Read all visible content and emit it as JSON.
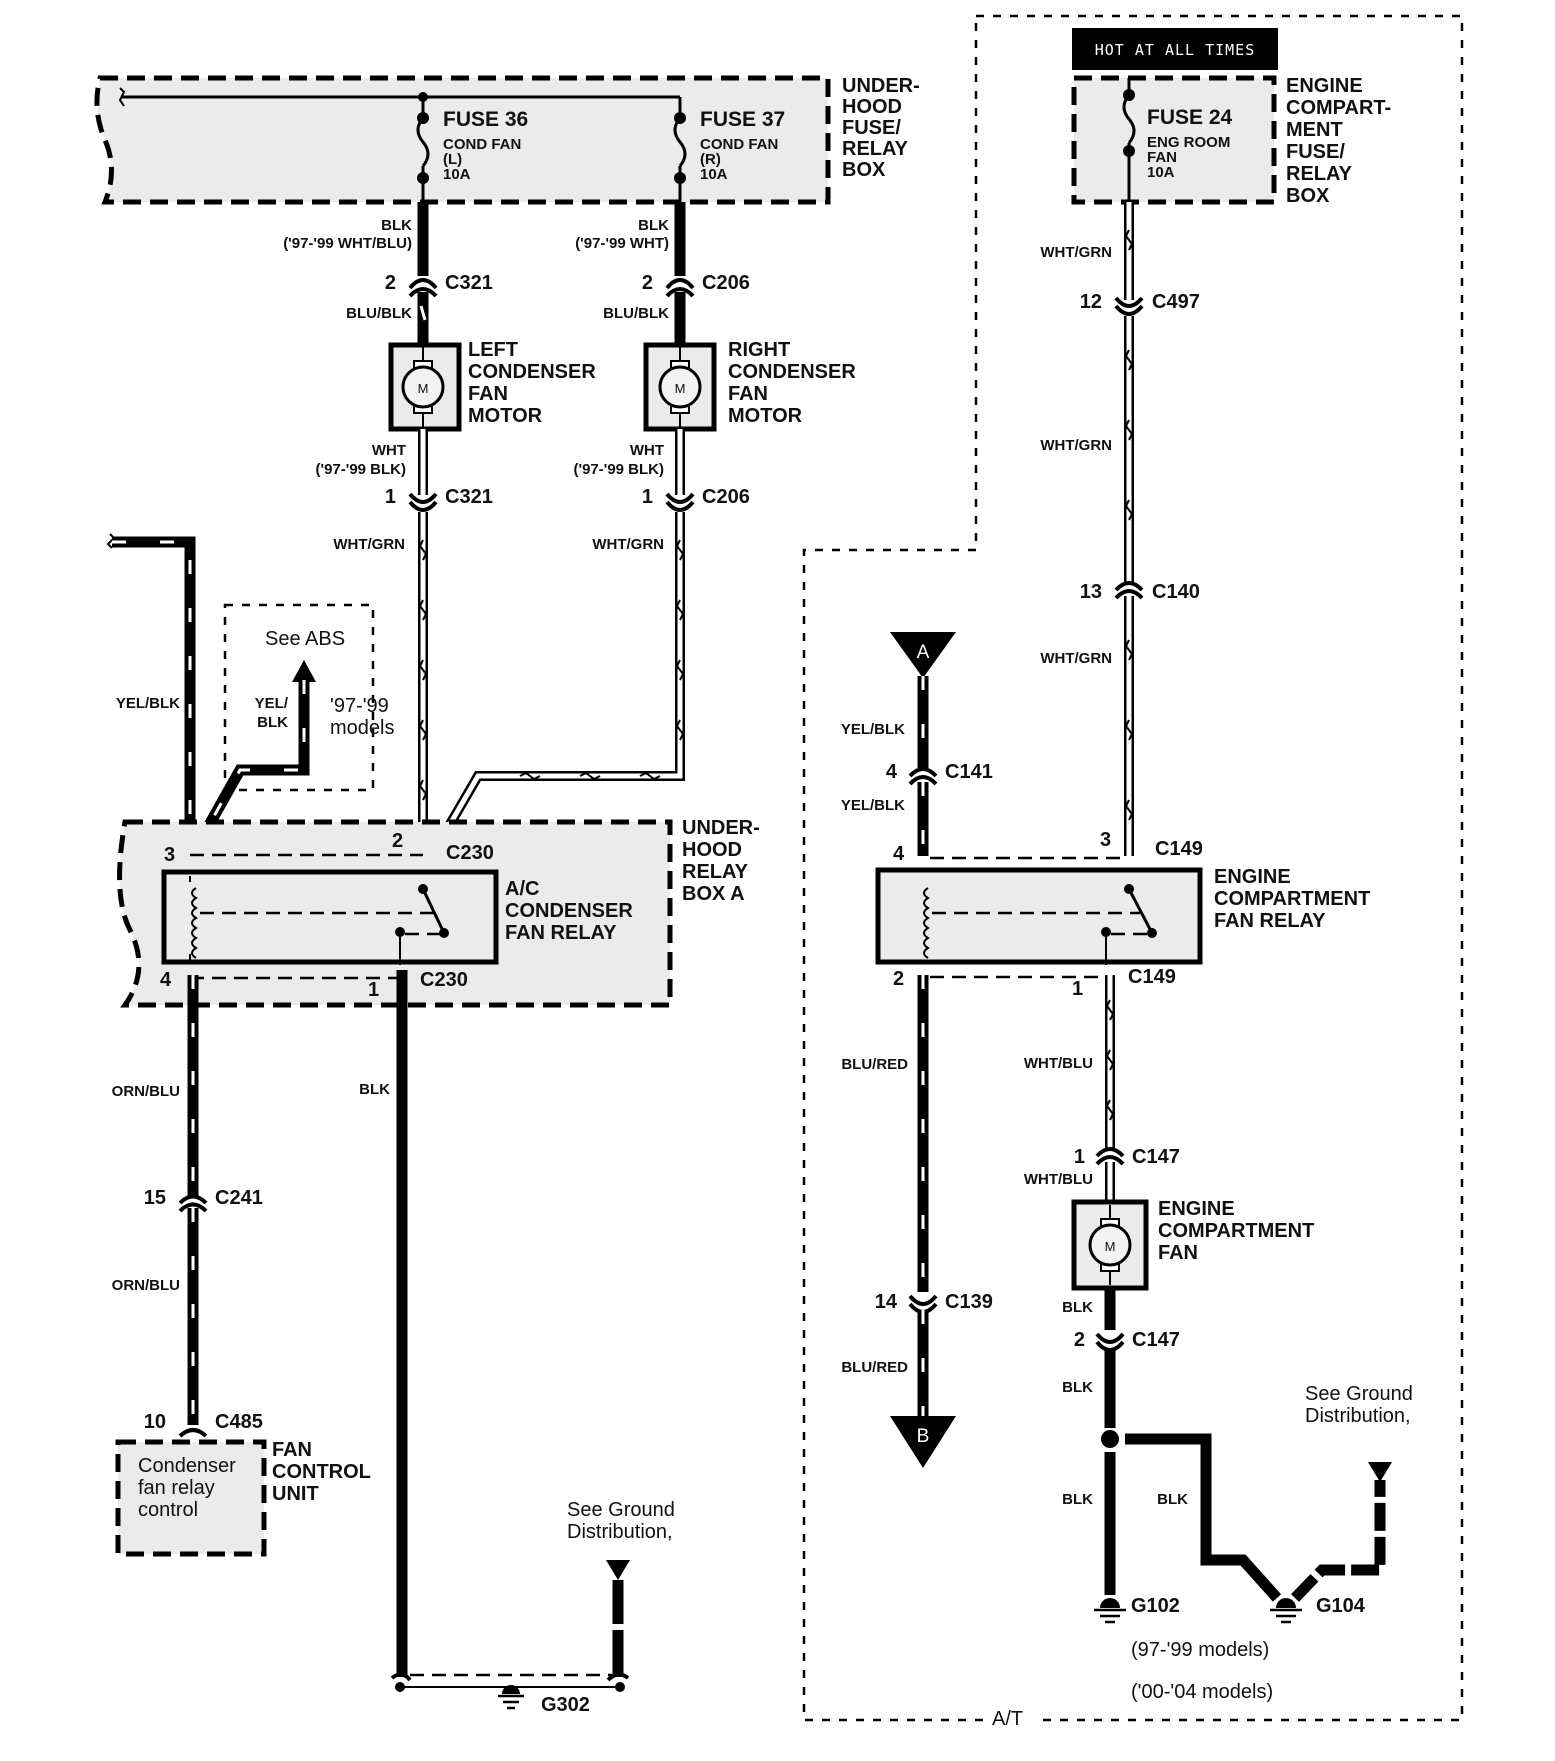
{
  "diagram": {
    "title": "Condenser / Engine Compartment Fan Wiring",
    "left_section": {
      "underhood_fuse_box": {
        "label_lines": [
          "UNDER-",
          "HOOD",
          "FUSE/",
          "RELAY",
          "BOX"
        ],
        "fuse36": {
          "name": "FUSE 36",
          "desc_lines": [
            "COND FAN",
            "(L)",
            "10A"
          ]
        },
        "fuse37": {
          "name": "FUSE 37",
          "desc_lines": [
            "COND FAN",
            "(R)",
            "10A"
          ]
        }
      },
      "left_motor_circuit": {
        "wire_top_color": "BLK",
        "wire_top_alt": "('97-'99 WHT/BLU)",
        "connector_top": {
          "pin": "2",
          "name": "C321"
        },
        "wire_mid_color": "BLU/BLK",
        "motor_label_lines": [
          "LEFT",
          "CONDENSER",
          "FAN",
          "MOTOR"
        ],
        "motor_symbol": "M",
        "wire_bottom_color": "WHT",
        "wire_bottom_alt": "('97-'99 BLK)",
        "connector_bottom": {
          "pin": "1",
          "name": "C321"
        },
        "wire_relay_color": "WHT/GRN"
      },
      "right_motor_circuit": {
        "wire_top_color": "BLK",
        "wire_top_alt": "('97-'99 WHT)",
        "connector_top": {
          "pin": "2",
          "name": "C206"
        },
        "wire_mid_color": "BLU/BLK",
        "motor_label_lines": [
          "RIGHT",
          "CONDENSER",
          "FAN",
          "MOTOR"
        ],
        "motor_symbol": "M",
        "wire_bottom_color": "WHT",
        "wire_bottom_alt": "('97-'99 BLK)",
        "connector_bottom": {
          "pin": "1",
          "name": "C206"
        },
        "wire_relay_color": "WHT/GRN"
      },
      "abs_note": {
        "text": "See ABS",
        "wire_color_lines": [
          "YEL/",
          "BLK"
        ],
        "models_lines": [
          "'97-'99",
          "models"
        ]
      },
      "yel_blk_label": "YEL/BLK",
      "relay_box_a": {
        "label_lines": [
          "UNDER-",
          "HOOD",
          "RELAY",
          "BOX A"
        ],
        "relay_label_lines": [
          "A/C",
          "CONDENSER",
          "FAN RELAY"
        ],
        "pin3": "3",
        "pin2": "2",
        "pin4": "4",
        "pin1": "1",
        "connector_top": "C230",
        "connector_bottom": "C230"
      },
      "orn_blu_upper": "ORN/BLU",
      "connector_c241": {
        "pin": "15",
        "name": "C241"
      },
      "orn_blu_lower": "ORN/BLU",
      "blk_ground_label": "BLK",
      "fan_control_unit": {
        "connector": {
          "pin": "10",
          "name": "C485"
        },
        "inner_lines": [
          "Condenser",
          "fan relay",
          "control"
        ],
        "label_lines": [
          "FAN",
          "CONTROL",
          "UNIT"
        ]
      },
      "ground_note_lines": [
        "See Ground",
        "Distribution,"
      ],
      "ground": "G302"
    },
    "right_section": {
      "hot_banner": "HOT AT ALL TIMES",
      "engine_fuse_box": {
        "label_lines": [
          "ENGINE",
          "COMPART-",
          "MENT",
          "FUSE/",
          "RELAY",
          "BOX"
        ],
        "fuse24": {
          "name": "FUSE 24",
          "desc_lines": [
            "ENG ROOM",
            "FAN",
            "10A"
          ]
        }
      },
      "wht_grn_1": "WHT/GRN",
      "connector_c497": {
        "pin": "12",
        "name": "C497"
      },
      "wht_grn_2": "WHT/GRN",
      "connector_c140": {
        "pin": "13",
        "name": "C140"
      },
      "wht_grn_3": "WHT/GRN",
      "flag_a": "A",
      "yel_blk_upper": "YEL/BLK",
      "connector_c141": {
        "pin": "4",
        "name": "C141"
      },
      "yel_blk_lower": "YEL/BLK",
      "engine_relay": {
        "label_lines": [
          "ENGINE",
          "COMPARTMENT",
          "FAN RELAY"
        ],
        "pin4": "4",
        "pin3": "3",
        "pin2": "2",
        "pin1": "1",
        "connector_top": "C149",
        "connector_bottom": "C149"
      },
      "blu_red_upper": "BLU/RED",
      "wht_blu_upper": "WHT/BLU",
      "connector_c147_1": {
        "pin": "1",
        "name": "C147"
      },
      "wht_blu_lower": "WHT/BLU",
      "engine_fan": {
        "label_lines": [
          "ENGINE",
          "COMPARTMENT",
          "FAN"
        ],
        "motor_symbol": "M"
      },
      "connector_c139": {
        "pin": "14",
        "name": "C139"
      },
      "blu_red_lower": "BLU/RED",
      "flag_b": "B",
      "blk_fan_out": "BLK",
      "connector_c147_2": {
        "pin": "2",
        "name": "C147"
      },
      "blk_below_c147": "BLK",
      "blk_to_g102": "BLK",
      "blk_to_g104": "BLK",
      "ground_note_lines": [
        "See Ground",
        "Distribution,"
      ],
      "ground_g102": "G102",
      "ground_g104": "G104",
      "models_g102": "(97-'99 models)",
      "models_g104": "('00-'04 models)",
      "section_label": "A/T"
    }
  }
}
